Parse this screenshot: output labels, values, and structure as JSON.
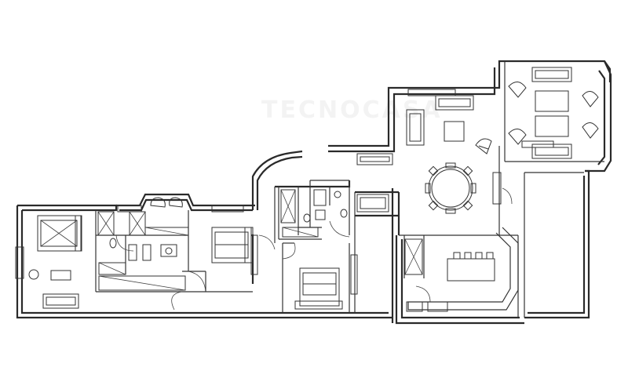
{
  "watermark": "TECNOCASA",
  "colors": {
    "line": "#2a2a2a",
    "background": "#ffffff"
  },
  "rooms": [
    {
      "id": "bedroom-west",
      "furniture": [
        "double-bed",
        "washbasin",
        "desk",
        "chair",
        "dresser"
      ]
    },
    {
      "id": "bathroom-1",
      "furniture": [
        "toilet",
        "washbasin",
        "shower",
        "wardrobe"
      ]
    },
    {
      "id": "bathroom-2",
      "furniture": [
        "toilet",
        "washbasin",
        "wardrobe"
      ]
    },
    {
      "id": "bedroom-central",
      "furniture": [
        "double-bed"
      ]
    },
    {
      "id": "entrance-bay",
      "furniture": [
        "armchair",
        "armchair"
      ]
    },
    {
      "id": "bathroom-3",
      "furniture": [
        "toilet",
        "shower"
      ]
    },
    {
      "id": "bathroom-4",
      "furniture": [
        "toilet",
        "washbasin"
      ]
    },
    {
      "id": "bedroom-east",
      "furniture": [
        "double-bed",
        "wardrobe"
      ]
    },
    {
      "id": "living-room",
      "furniture": [
        "sofa",
        "sofa",
        "armchair",
        "coffee-table",
        "round-dining-table",
        "chairs"
      ]
    },
    {
      "id": "salon-bay",
      "furniture": [
        "sofa",
        "sofa",
        "armchairs",
        "coffee-tables"
      ]
    },
    {
      "id": "kitchen",
      "furniture": [
        "kitchen-island",
        "stools",
        "counter",
        "fridge"
      ]
    },
    {
      "id": "terrace",
      "furniture": []
    }
  ]
}
